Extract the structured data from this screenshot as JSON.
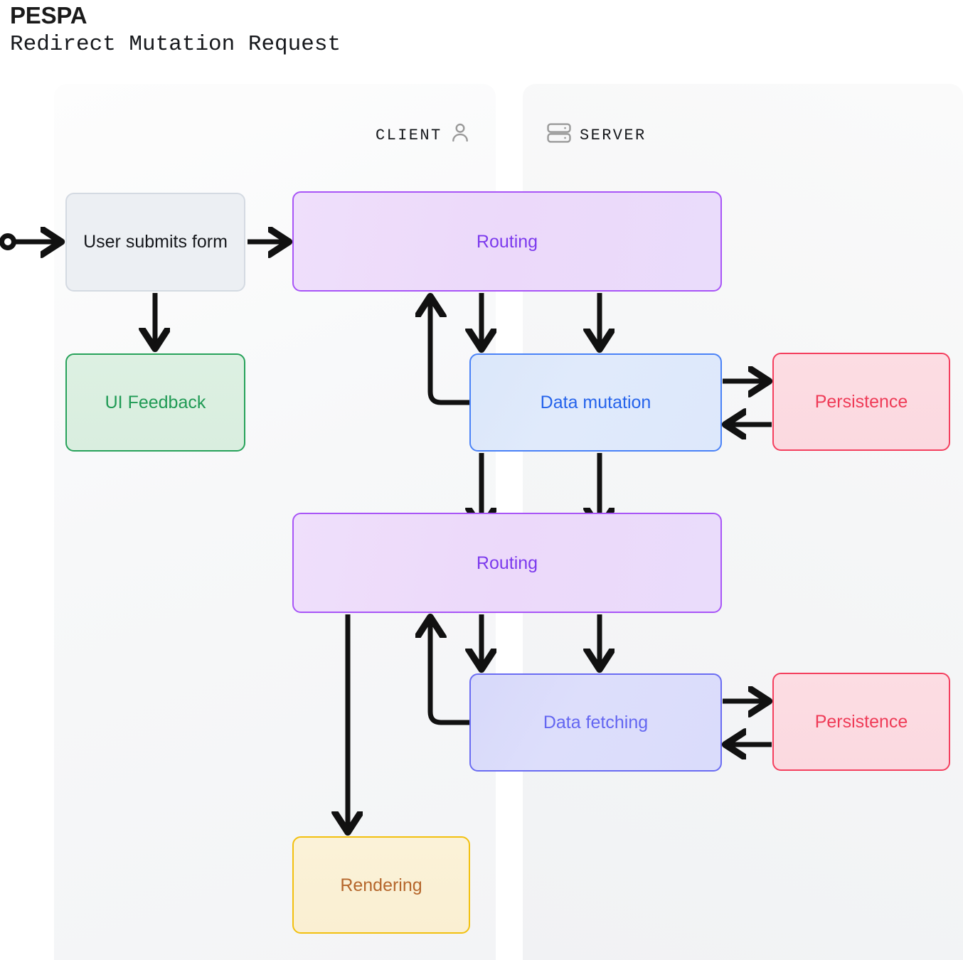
{
  "header": {
    "title": "PESPA",
    "subtitle": "Redirect Mutation Request"
  },
  "lanes": [
    {
      "id": "client",
      "label": "CLIENT",
      "icon": "person-icon",
      "icon_side": "right"
    },
    {
      "id": "server",
      "label": "SERVER",
      "icon": "server-icon",
      "icon_side": "left"
    }
  ],
  "nodes": {
    "user_submits_form": {
      "label": "User submits form",
      "lane": "client",
      "color": "#16181c",
      "fill": "#eceff3",
      "border": "#d4dae2"
    },
    "ui_feedback": {
      "label": "UI Feedback",
      "lane": "client",
      "color": "#1f9a54",
      "fill": "#ddf0e2",
      "border": "#27a25a"
    },
    "routing_1": {
      "label": "Routing",
      "lane": "client-server",
      "color": "#7c3aed",
      "fill": "#ecd9fa",
      "border": "#a855f7"
    },
    "data_mutation": {
      "label": "Data mutation",
      "lane": "server",
      "color": "#2563eb",
      "fill": "#dde8fb",
      "border": "#4a82f7"
    },
    "persistence_1": {
      "label": "Persistence",
      "lane": "server",
      "color": "#ef3b57",
      "fill": "#fcdde3",
      "border": "#f43f5e"
    },
    "routing_2": {
      "label": "Routing",
      "lane": "client-server",
      "color": "#7c3aed",
      "fill": "#ecd9fa",
      "border": "#a855f7"
    },
    "data_fetching": {
      "label": "Data fetching",
      "lane": "server",
      "color": "#6366f1",
      "fill": "#dadcfb",
      "border": "#6a6cf2"
    },
    "persistence_2": {
      "label": "Persistence",
      "lane": "server",
      "color": "#ef3b57",
      "fill": "#fcdde3",
      "border": "#f43f5e"
    },
    "rendering": {
      "label": "Rendering",
      "lane": "client",
      "color": "#b5662b",
      "fill": "#faefd2",
      "border": "#f2c00f"
    }
  },
  "edges": [
    {
      "from": "start",
      "to": "user_submits_form",
      "style": "arrow",
      "marker_start": "circle"
    },
    {
      "from": "user_submits_form",
      "to": "ui_feedback",
      "style": "arrow"
    },
    {
      "from": "user_submits_form",
      "to": "routing_1",
      "style": "arrow"
    },
    {
      "from": "routing_1",
      "to": "data_mutation",
      "style": "arrow"
    },
    {
      "from": "routing_1",
      "to": "data_mutation",
      "style": "arrow"
    },
    {
      "from": "data_mutation",
      "to": "routing_1",
      "style": "elbow-arrow"
    },
    {
      "from": "data_mutation",
      "to": "persistence_1",
      "style": "arrow"
    },
    {
      "from": "persistence_1",
      "to": "data_mutation",
      "style": "arrow"
    },
    {
      "from": "data_mutation",
      "to": "routing_2",
      "style": "arrow"
    },
    {
      "from": "data_mutation",
      "to": "routing_2",
      "style": "arrow"
    },
    {
      "from": "routing_2",
      "to": "data_fetching",
      "style": "arrow"
    },
    {
      "from": "routing_2",
      "to": "data_fetching",
      "style": "arrow"
    },
    {
      "from": "data_fetching",
      "to": "routing_2",
      "style": "elbow-arrow"
    },
    {
      "from": "data_fetching",
      "to": "persistence_2",
      "style": "arrow"
    },
    {
      "from": "persistence_2",
      "to": "data_fetching",
      "style": "arrow"
    },
    {
      "from": "routing_2",
      "to": "rendering",
      "style": "arrow"
    }
  ],
  "colors": {
    "edge": "#111111",
    "canvas": "#ffffff",
    "lane_icon": "#9a9a9a"
  }
}
